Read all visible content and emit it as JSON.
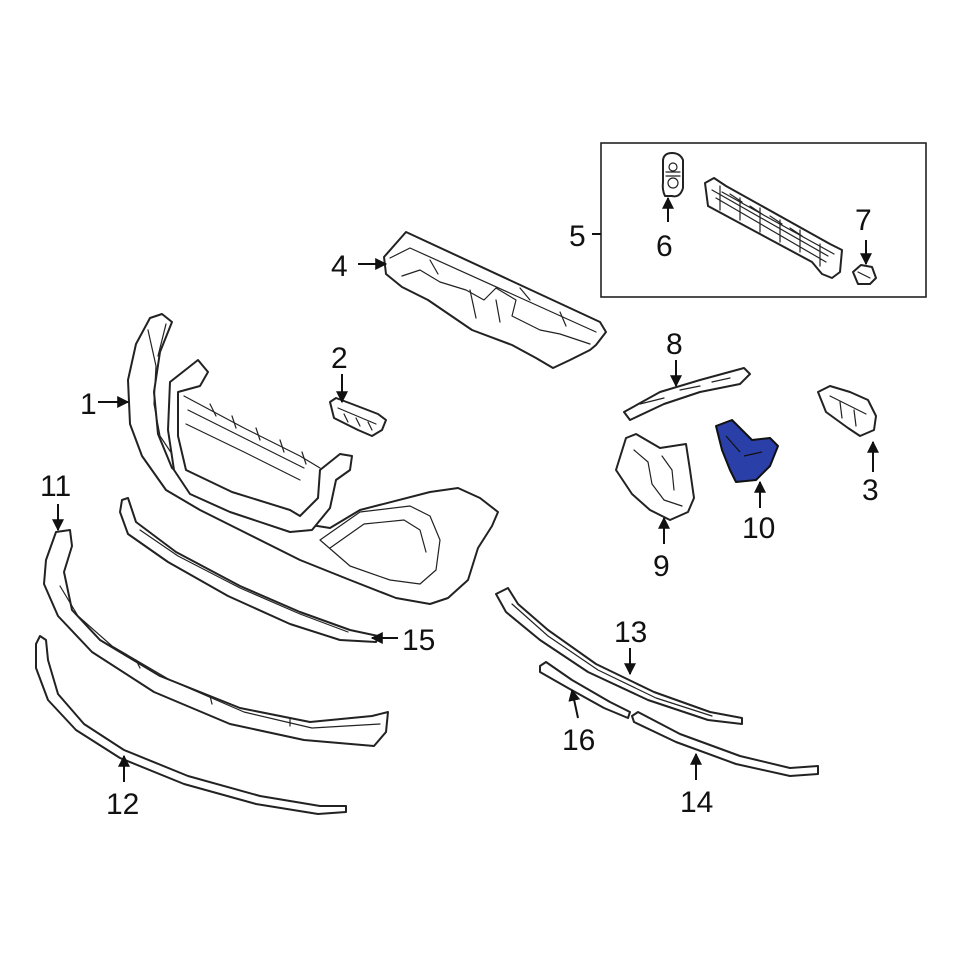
{
  "colors": {
    "highlight": "#2B3FA8",
    "line": "#222222",
    "background": "#ffffff"
  },
  "callouts": {
    "c1": "1",
    "c2": "2",
    "c3": "3",
    "c4": "4",
    "c5": "5",
    "c6": "6",
    "c7": "7",
    "c8": "8",
    "c9": "9",
    "c10": "10",
    "c11": "11",
    "c12": "12",
    "c13": "13",
    "c14": "14",
    "c15": "15",
    "c16": "16"
  },
  "highlighted_part": "10"
}
